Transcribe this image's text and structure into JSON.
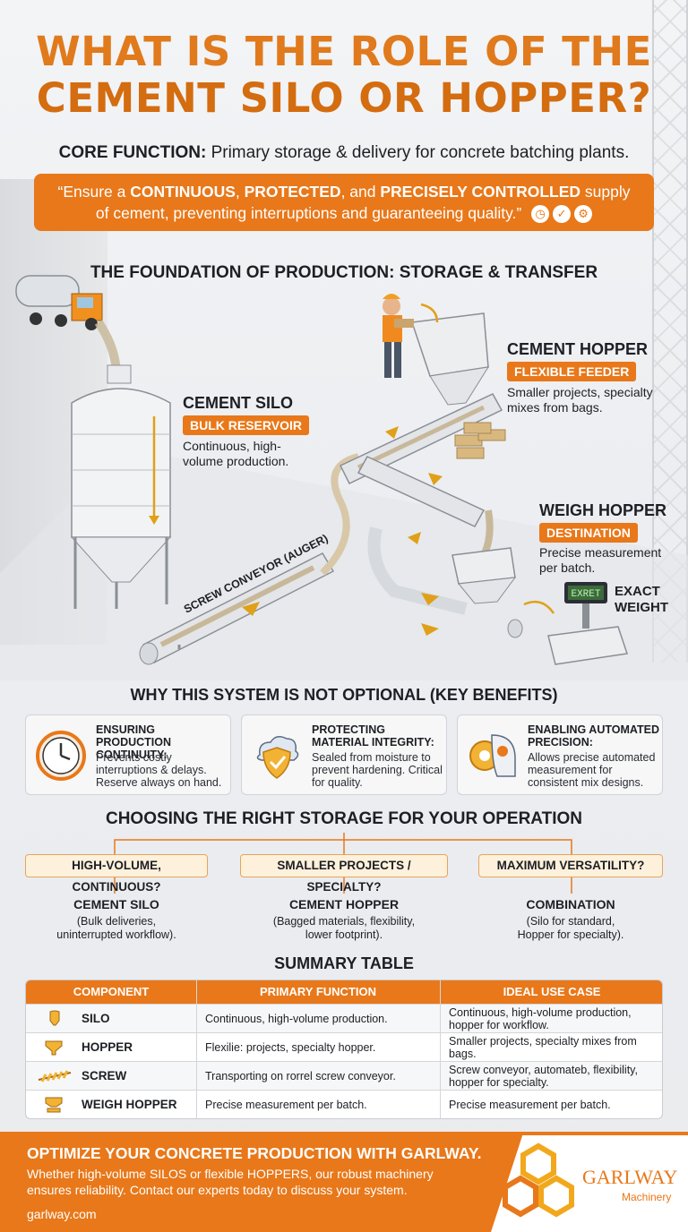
{
  "title": {
    "line1": "WHAT IS THE ROLE OF THE",
    "line2": "CEMENT SILO OR HOPPER?"
  },
  "core": {
    "label": "CORE FUNCTION:",
    "text": "Primary storage & delivery for concrete batching plants."
  },
  "quote": {
    "prefix": "“Ensure a ",
    "w1": "CONTINUOUS",
    "sep1": ", ",
    "w2": "PROTECTED",
    "sep2": ", and ",
    "w3": "PRECISELY CONTROLLED",
    "rest": " supply of cement, preventing interruptions and guaranteeing quality.”",
    "icons": [
      "clock-icon",
      "shield-icon",
      "gear-icon"
    ]
  },
  "section_storage": "THE FOUNDATION OF PRODUCTION: STORAGE & TRANSFER",
  "diagram": {
    "silo": {
      "title": "CEMENT SILO",
      "tag": "BULK RESERVOIR",
      "desc_1": "Continuous, high-",
      "desc_2": "volume production."
    },
    "hopper": {
      "title": "CEMENT HOPPER",
      "tag": "FLEXIBLE FEEDER",
      "desc_1": "Smaller projects, specialty",
      "desc_2": "mixes from bags."
    },
    "weigh": {
      "title": "WEIGH HOPPER",
      "tag": "DESTINATION",
      "desc_1": "Precise measurement",
      "desc_2": "per batch."
    },
    "conveyor_label": "SCREW CONVEYOR (AUGER)",
    "scale_display": "EXRET",
    "exact_1": "EXACT",
    "exact_2": "WEIGHT"
  },
  "section_benefits": "WHY THIS SYSTEM IS NOT OPTIONAL (KEY BENEFITS)",
  "benefits": [
    {
      "icon": "clock-icon",
      "title": "ENSURING PRODUCTION CONTINUITY:",
      "desc": "Prevents costly interruptions & delays. Reserve always on hand."
    },
    {
      "icon": "cloud-shield-icon",
      "title": "PROTECTING MATERIAL INTEGRITY:",
      "desc": "Sealed from moisture to prevent hardening. Critical for quality."
    },
    {
      "icon": "gear-head-icon",
      "title": "ENABLING AUTOMATED PRECISION:",
      "desc": "Allows precise automated measurement for consistent mix designs."
    }
  ],
  "section_choose": "CHOOSING THE RIGHT STORAGE FOR YOUR OPERATION",
  "choices": [
    {
      "question": "HIGH-VOLUME, CONTINUOUS?",
      "answer": "CEMENT SILO",
      "desc_1": "(Bulk deliveries,",
      "desc_2": "uninterrupted workflow)."
    },
    {
      "question": "SMALLER PROJECTS / SPECIALTY?",
      "answer": "CEMENT HOPPER",
      "desc_1": "(Bagged materials, flexibility,",
      "desc_2": "lower footprint)."
    },
    {
      "question": "MAXIMUM VERSATILITY?",
      "answer": "COMBINATION",
      "desc_1": "(Silo for standard,",
      "desc_2": "Hopper for specialty)."
    }
  ],
  "section_table": "SUMMARY TABLE",
  "table": {
    "headers": [
      "COMPONENT",
      "PRIMARY FUNCTION",
      "IDEAL USE CASE"
    ],
    "rows": [
      {
        "icon": "silo-icon",
        "component": "SILO",
        "function": "Continuous, high-volume production.",
        "use": "Continuous, high-volume production, hopper for workflow."
      },
      {
        "icon": "hopper-icon",
        "component": "HOPPER",
        "function": "Flexilie: projects, specialty hopper.",
        "use": "Smaller projects, specialty mixes from bags."
      },
      {
        "icon": "screw-icon",
        "component": "SCREW",
        "function": "Transporting on rorrel screw conveyor.",
        "use": "Screw conveyor, automateb, flexibility, hopper for specialty."
      },
      {
        "icon": "weigh-hopper-icon",
        "component": "WEIGH HOPPER",
        "function": "Precise measurement per batch.",
        "use": "Precise measurement per batch."
      }
    ]
  },
  "footer": {
    "title": "OPTIMIZE YOUR CONCRETE PRODUCTION WITH GARLWAY.",
    "desc": "Whether high-volume SILOS or flexible HOPPERS, our robust machinery ensures reliability. Contact our experts today to discuss your system.",
    "url": "garlway.com",
    "logo_name": "GARLWAY",
    "logo_sub": "Machinery"
  },
  "colors": {
    "accent": "#e8781a",
    "title": "#e07a1c",
    "text": "#1d1f24"
  }
}
